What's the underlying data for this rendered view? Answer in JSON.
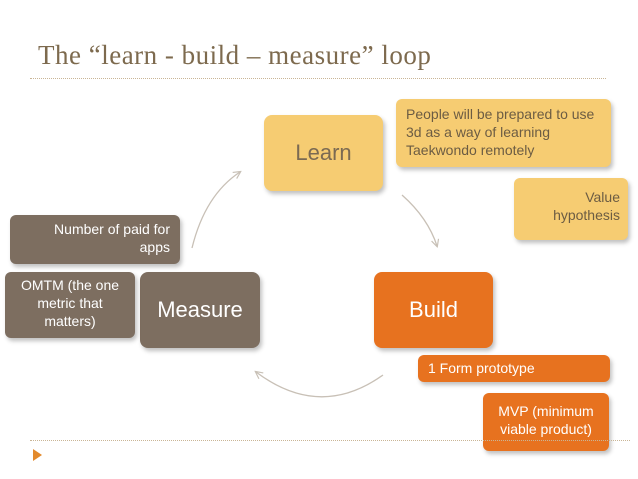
{
  "title": "The “learn - build – measure” loop",
  "nodes": {
    "learn": "Learn",
    "build": "Build",
    "measure": "Measure"
  },
  "notes": {
    "learn_hypothesis": "People will be prepared to use 3d as a way of learning Taekwondo remotely",
    "value_hypothesis": "Value hypothesis",
    "paid_apps": "Number of paid for apps",
    "omtm": "OMTM (the one metric that matters)",
    "form_prototype": "1 Form prototype",
    "mvp": "MVP (minimum viable product)"
  },
  "colors": {
    "title": "#7d6a4e",
    "learn": "#f6cc72",
    "build": "#e7721f",
    "measure": "#7d6e60",
    "accent": "#e38a2c"
  }
}
